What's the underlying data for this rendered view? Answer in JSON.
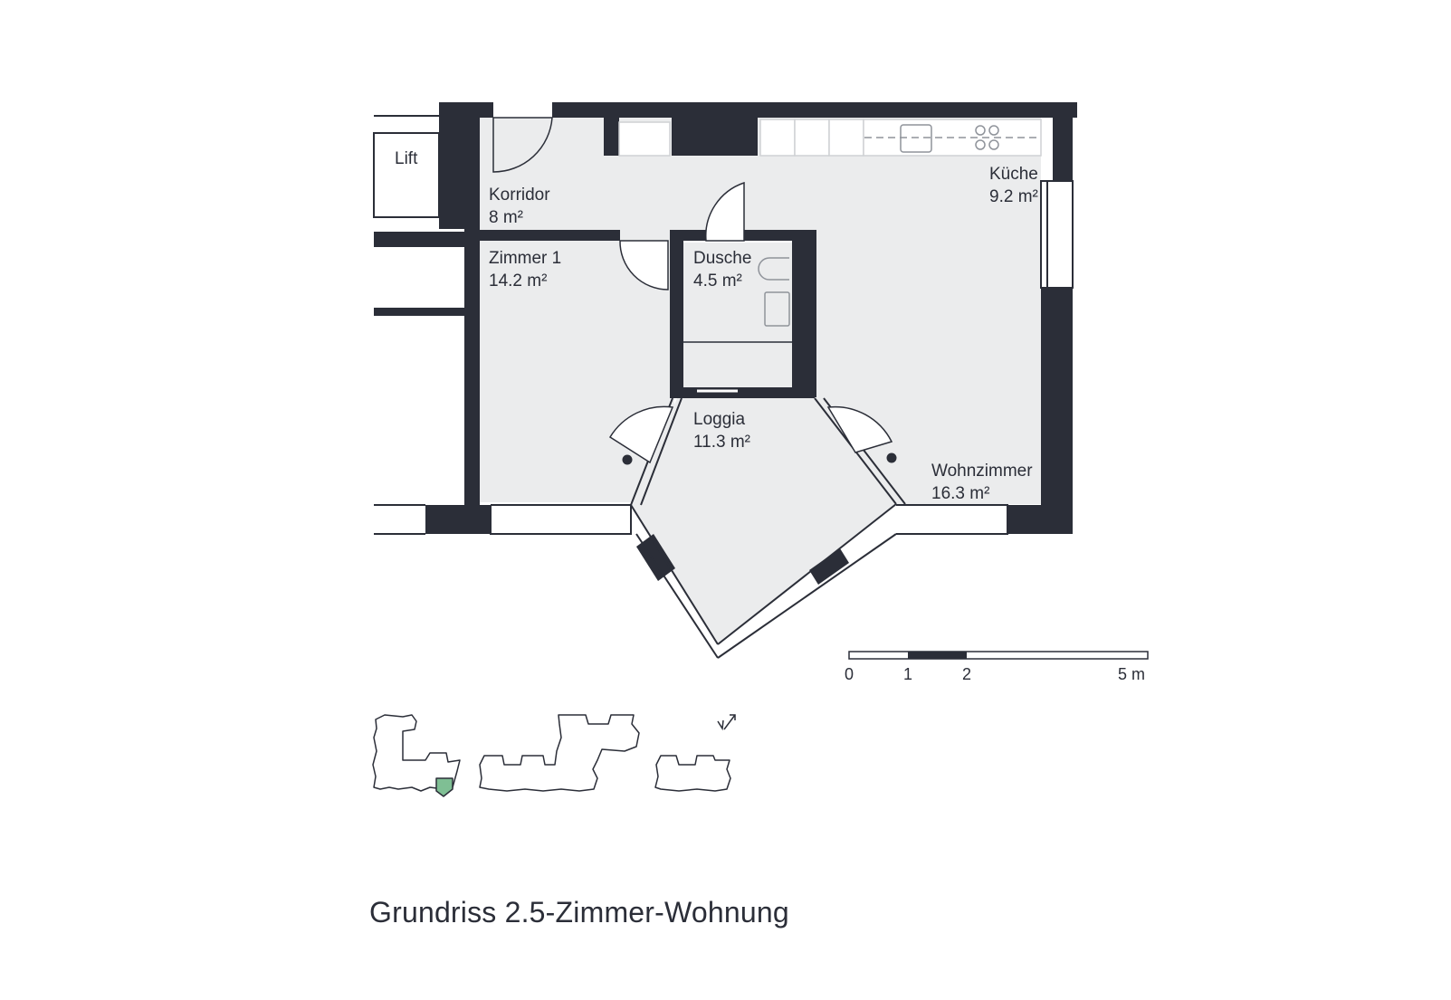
{
  "plan": {
    "rooms": [
      {
        "name": "Korridor",
        "area": "8 m²"
      },
      {
        "name": "Zimmer 1",
        "area": "14.2 m²"
      },
      {
        "name": "Dusche",
        "area": "4.5 m²"
      },
      {
        "name": "Küche",
        "area": "9.2 m²"
      },
      {
        "name": "Loggia",
        "area": "11.3 m²"
      },
      {
        "name": "Wohnzimmer",
        "area": "16.3 m²"
      }
    ],
    "lift_label": "Lift",
    "colors": {
      "wall": "#2b2e38",
      "floor": "#ebeced",
      "highlight": "#7fbf94"
    }
  },
  "scale_bar": {
    "ticks": [
      "0",
      "1",
      "2",
      "5 m"
    ]
  },
  "north_icon": "north-arrow-icon",
  "caption": "Grundriss 2.5-Zimmer-Wohnung"
}
